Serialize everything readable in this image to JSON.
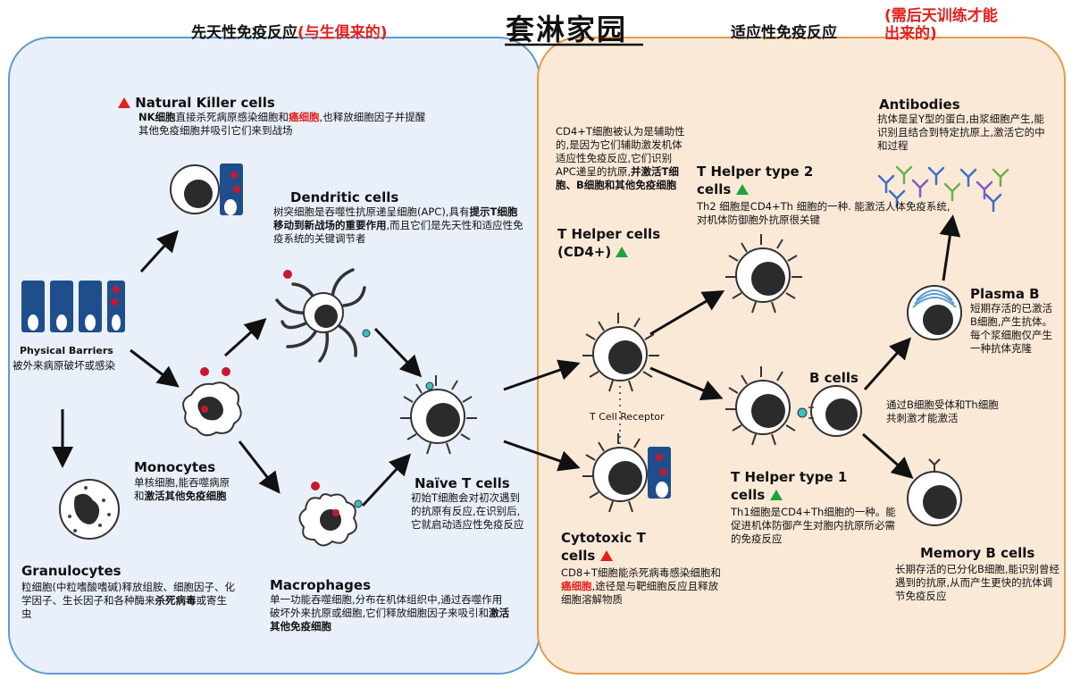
{
  "header": {
    "innate": "先天性免疫反应",
    "innate_note": "(与生俱来的)",
    "watermark": "套淋家园",
    "adaptive": "适应性免疫反应",
    "adaptive_note": "(需后天训练才能出来的)"
  },
  "physical_barriers": {
    "title": "Physical Barriers",
    "desc": "被外来病原破坏或感染"
  },
  "nk": {
    "title": "Natural Killer cells",
    "p1": "NK细胞",
    "p2": "直接杀死病原感染细胞和",
    "p3": "癌细胞",
    "p4": ",也释放细胞因子并提醒其他免疫细胞并吸引它们来到战场"
  },
  "dendritic": {
    "title": "Dendritic cells",
    "p1": "树突细胞是吞噬性抗原递呈细胞(APC),具有",
    "p2": "提示T细胞移动到新战场的重要作用",
    "p3": ",而且它们是先天性和适应性免疫系统的关键调节者"
  },
  "monocytes": {
    "title": "Monocytes",
    "p1": "单核细胞,能吞噬病原和",
    "p2": "激活其他免疫细胞"
  },
  "granulocytes": {
    "title": "Granulocytes",
    "p1": "粒细胞(中粒嗜酸嗜碱)释放组胺、细胞因子、化学因子、生长因子和各种酶来",
    "p2": "杀死病毒",
    "p3": "或寄生虫"
  },
  "macrophages": {
    "title": "Macrophages",
    "p1": "单一功能吞噬细胞,分布在机体组织中,通过吞噬作用破坏外来抗原或细胞,它们释放细胞因子来吸引和",
    "p2": "激活其他免疫细胞"
  },
  "naive": {
    "title": "Naïve T cells",
    "desc": "初始T细胞会对初次遇到的抗原有反应,在识别后,它就启动适应性免疫反应"
  },
  "cd4_note": {
    "p1": "CD4+T细胞被认为是辅助性的,是因为它们辅助激发机体适应性免疫反应,它们识别APC递呈的抗原,",
    "p2": "并激活T细胞、B细胞和其他免疫细胞"
  },
  "th": {
    "title1": "T Helper cells",
    "title2": "(CD4+)"
  },
  "th2": {
    "title1": "T Helper type 2",
    "title2": "cells",
    "desc": "Th2 细胞是CD4+Th 细胞的一种. 能激活人体免疫系统,对机体防御胞外抗原很关键"
  },
  "tcr": {
    "label": "T Cell Receptor"
  },
  "th1": {
    "title1": "T Helper type 1",
    "title2": "cells",
    "desc": "Th1细胞是CD4+Th细胞的一种。能促进机体防御产生对胞内抗原所必需的免疫反应"
  },
  "cytotoxic": {
    "title1": "Cytotoxic T",
    "title2": "cells",
    "p1": "CD8+T细胞能杀死病毒感染细胞和",
    "p2": "癌细胞",
    "p3": ",途径是与靶细胞反应且释放细胞溶解物质"
  },
  "antibodies": {
    "title": "Antibodies",
    "desc": "抗体是呈Y型的蛋白,由浆细胞产生,能识别且结合到特定抗原上,激活它的中和过程"
  },
  "plasma": {
    "title": "Plasma B",
    "desc": "短期存活的已激活B细胞,产生抗体。每个浆细胞仅产生一种抗体克隆"
  },
  "bcells": {
    "title": "B cells",
    "desc": "通过B细胞受体和Th细胞共刺激才能激活"
  },
  "memory": {
    "title": "Memory B cells",
    "desc": "长期存活的已分化B细胞,能识别曾经遇到的抗原,从而产生更快的抗体调节免疫反应"
  },
  "colors": {
    "innate_bg": "#e9f0f9",
    "innate_border": "#5b9bd5",
    "adaptive_bg": "#fbe9d8",
    "adaptive_border": "#e59a4c",
    "red": "#e4201c",
    "green": "#1ea238",
    "navy": "#1f4e8c"
  }
}
